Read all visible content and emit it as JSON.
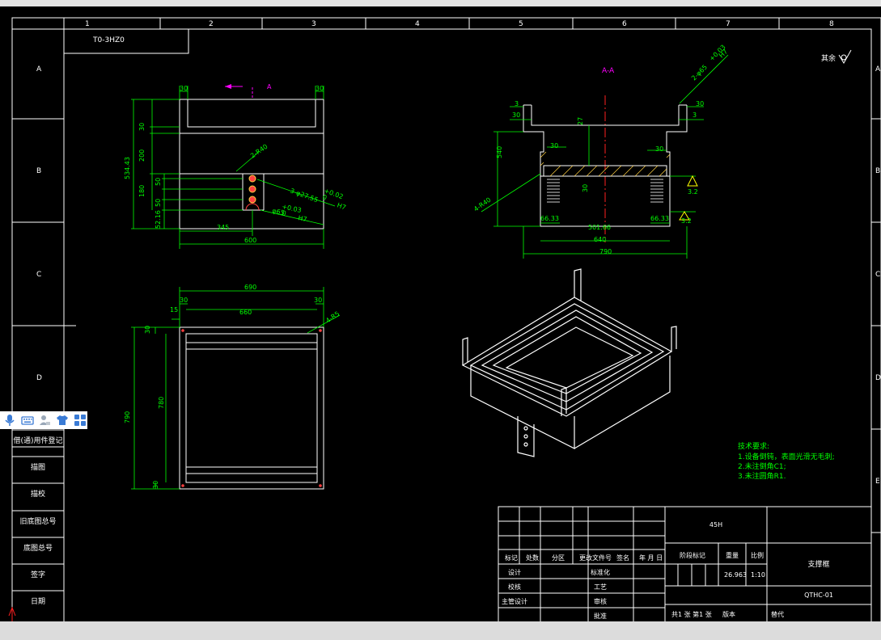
{
  "drawing": {
    "code_box": "T0-3HZ0",
    "col_labels": [
      "1",
      "2",
      "3",
      "4",
      "5",
      "6",
      "7",
      "8"
    ],
    "row_labels": [
      "A",
      "B",
      "C",
      "D",
      "E"
    ],
    "roughness_note": "其余",
    "section_label": "A-A",
    "view_marker": "A"
  },
  "front_view": {
    "dims": {
      "top_left": "30",
      "top_right": "30",
      "h_30": "30",
      "h_200": "200",
      "h_180": "180",
      "h_50a": "50",
      "h_50b": "50",
      "h_total": "534.43",
      "h_bottom": "52.16",
      "w_345": "345",
      "w_600": "600",
      "callout_r": "2-R40",
      "callout_hole": "3-φ27.55",
      "tol_upper": "+0.02",
      "tol_lower": "0",
      "fit": "H7",
      "callout_hole2": "φ65",
      "tol2_upper": "+0.03",
      "tol2_lower": "0",
      "fit2": "H7"
    }
  },
  "section_view": {
    "dims": {
      "d3a": "3",
      "d30a": "30",
      "d30b": "30",
      "d3b": "3",
      "d27": "27",
      "d30c": "30",
      "d540": "540",
      "d30d": "30",
      "d6633a": "66.33",
      "d50166": "501.66",
      "d6633b": "66.33",
      "d640": "640",
      "d790": "790",
      "r40": "4-R40",
      "hole": "2-φ65",
      "tol": "+0.03",
      "fit": "H7",
      "rough1": "3.2",
      "rough2": "3.2"
    }
  },
  "top_view": {
    "dims": {
      "w690": "690",
      "w30a": "30",
      "w660": "660",
      "w30b": "30",
      "w15": "15",
      "h30a": "30",
      "h790": "790",
      "h780": "780",
      "h30b": "30",
      "r": "4-R5"
    }
  },
  "tech_notes": {
    "title": "技术要求:",
    "lines": [
      "1.设备倒钝，表面光滑无毛刺;",
      "2.未注倒角C1;",
      "3.未注圆角R1."
    ]
  },
  "side_table": {
    "rows": [
      "借(通)用件登记",
      "描图",
      "描校",
      "旧底图总号",
      "底图总号",
      "签字",
      "日期"
    ]
  },
  "title_block": {
    "material": "45H",
    "revision_headers": [
      "标记",
      "处数",
      "分区",
      "更改文件号",
      "签名",
      "年 月 日"
    ],
    "roles": [
      "设计",
      "校核",
      "主管设计"
    ],
    "roles2": [
      "标准化",
      "工艺",
      "审核",
      "批准"
    ],
    "stage_label": "阶段标记",
    "weight_label": "重量",
    "scale_label": "比例",
    "weight": "26.963",
    "scale": "1:10",
    "part_name": "支撑框",
    "drawing_no": "QTHC-01",
    "sheet_info": "共1 张 第1 张",
    "version_label": "版本",
    "replace_label": "替代"
  },
  "ime_toolbar": {
    "icons": [
      "microphone-icon",
      "keyboard-icon",
      "user-icon",
      "shirt-icon",
      "grid-icon"
    ]
  }
}
